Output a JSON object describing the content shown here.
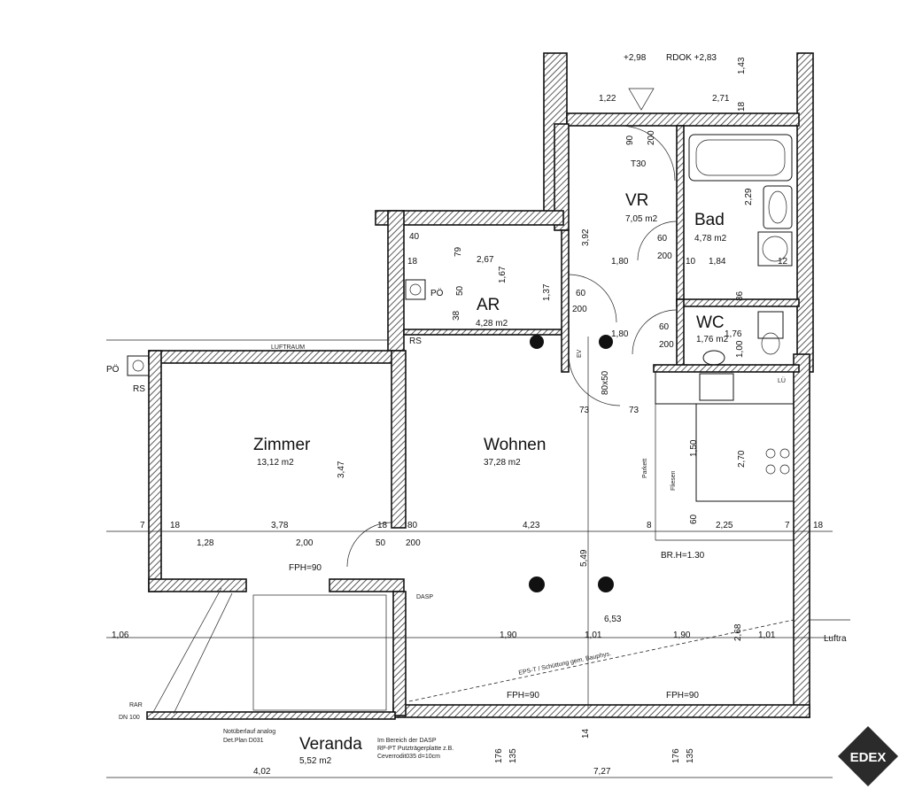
{
  "rooms": {
    "zimmer": {
      "name": "Zimmer",
      "area": "13,12 m2"
    },
    "wohnen": {
      "name": "Wohnen",
      "area": "37,28 m2"
    },
    "ar": {
      "name": "AR",
      "area": "4,28 m2"
    },
    "vr": {
      "name": "VR",
      "area": "7,05 m2"
    },
    "bad": {
      "name": "Bad",
      "area": "4,78 m2"
    },
    "wc": {
      "name": "WC",
      "area": "1,76 m2"
    },
    "veranda": {
      "name": "Veranda",
      "area": "5,52 m2"
    }
  },
  "levels": {
    "top_left": "+2,98",
    "top_right": "RDOK +2,83",
    "br_height": "BR.H=1.30"
  },
  "dimensions": {
    "d_143": "1,43",
    "d_122": "1,22",
    "d_271": "2,71",
    "d_18a": "18",
    "d_90": "90",
    "d_200a": "200",
    "d_t30": "T30",
    "d_229": "2,29",
    "d_392": "3,92",
    "d_40": "40",
    "d_267": "2,67",
    "d_18b": "18",
    "d_79": "79",
    "d_167": "1,67",
    "d_50": "50",
    "d_38": "38",
    "d_137": "1,37",
    "d_60a": "60",
    "d_200b": "200",
    "d_180a": "1,80",
    "d_60b": "60",
    "d_200c": "200",
    "d_10": "10",
    "d_184": "1,84",
    "d_12": "12",
    "d_180b": "1,80",
    "d_60c": "60",
    "d_200d": "200",
    "d_176": "1,76",
    "d_100": "1,00",
    "d_36": "36",
    "d_80x50": "80x50",
    "d_73a": "73",
    "d_73b": "73",
    "d_150": "1,50",
    "d_270": "2,70",
    "d_60d": "60",
    "d_225": "2,25",
    "d_7a": "7",
    "d_18c": "18",
    "d_7b": "7",
    "d_18d": "18",
    "d_378": "3,78",
    "d_18e": "18",
    "d_80": "80",
    "d_423": "4,23",
    "d_8": "8",
    "d_128": "1,28",
    "d_200e": "2,00",
    "d_50b": "50",
    "d_200f": "200",
    "d_549": "5,49",
    "d_347": "3,47",
    "d_653": "6,53",
    "d_106": "1,06",
    "d_190a": "1,90",
    "d_101a": "1,01",
    "d_190b": "1,90",
    "d_101b": "1,01",
    "d_268": "2,68",
    "d_176a": "176",
    "d_135a": "135",
    "d_176b": "176",
    "d_135b": "135",
    "d_727": "7,27",
    "d_402": "4,02",
    "d_14": "14"
  },
  "labels": {
    "po_ar": "PÖ",
    "po_left": "PÖ",
    "rs_left": "RS",
    "rs_ar": "RS",
    "luftraum": "LUFTRAUM",
    "luftra_right": "Luftra",
    "fph_zimmer": "FPH=90",
    "fph_wohnen": "FPH=90",
    "fph_right": "FPH=90",
    "parkett": "Parkett",
    "fliesen": "Fliesen",
    "lu": "LÜ",
    "ev": "EV",
    "note_dasp": "DASP",
    "note_veranda_1": "Notüberlauf analog",
    "note_veranda_2": "Det.Plan D031",
    "note_rar": "RAR",
    "note_dn": "DN 100",
    "note_schuettung": "EPS-T / Schüttung gem. Bauphys.",
    "note_bereich_1": "Im Bereich der DASP",
    "note_bereich_2": "RP-PT Putzträgerplatte z.B.",
    "note_bereich_3": "Ceverrodit035 d=10cm"
  },
  "logo": {
    "text": "EDEX"
  },
  "colors": {
    "ink": "#111111",
    "paper": "#ffffff",
    "logo_bg": "#2b2b2b",
    "logo_fg": "#ffffff"
  }
}
